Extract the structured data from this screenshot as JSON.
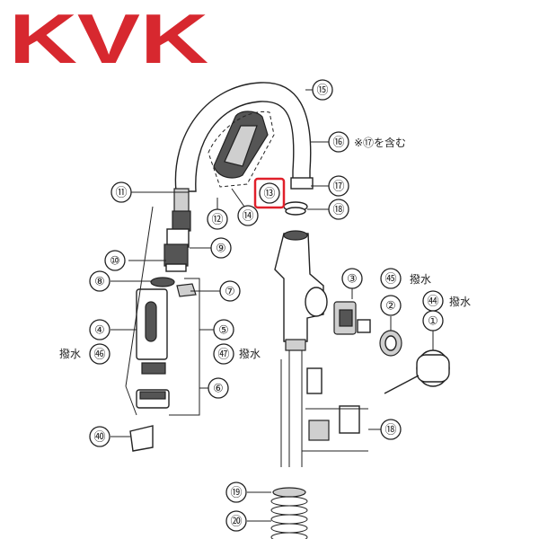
{
  "brand": {
    "logo_text": "KVK",
    "logo_color": "#d7282f"
  },
  "labels": [
    {
      "id": "15",
      "text": "⑮"
    },
    {
      "id": "16",
      "text": "⑯"
    },
    {
      "id": "17",
      "text": "⑰"
    },
    {
      "id": "13",
      "text": "⑬"
    },
    {
      "id": "18a",
      "text": "⑱"
    },
    {
      "id": "11",
      "text": "⑪"
    },
    {
      "id": "12",
      "text": "⑫"
    },
    {
      "id": "14",
      "text": "⑭"
    },
    {
      "id": "9",
      "text": "⑨"
    },
    {
      "id": "10",
      "text": "⑩"
    },
    {
      "id": "8",
      "text": "⑧"
    },
    {
      "id": "7",
      "text": "⑦"
    },
    {
      "id": "4",
      "text": "④"
    },
    {
      "id": "5",
      "text": "⑤"
    },
    {
      "id": "46",
      "text": "㊻"
    },
    {
      "id": "47",
      "text": "㊼"
    },
    {
      "id": "6",
      "text": "⑥"
    },
    {
      "id": "40",
      "text": "㊵"
    },
    {
      "id": "3",
      "text": "③"
    },
    {
      "id": "45",
      "text": "㊺"
    },
    {
      "id": "2",
      "text": "②"
    },
    {
      "id": "44",
      "text": "㊹"
    },
    {
      "id": "1",
      "text": "①"
    },
    {
      "id": "18b",
      "text": "⑱"
    },
    {
      "id": "19",
      "text": "⑲"
    },
    {
      "id": "20",
      "text": "⑳"
    }
  ],
  "notes": {
    "n16": "※⑰を含む",
    "n45": "撥水",
    "n44": "撥水",
    "n46": "撥水",
    "n47": "撥水"
  },
  "highlight": {
    "label_id": "13",
    "color": "#e0202a"
  }
}
